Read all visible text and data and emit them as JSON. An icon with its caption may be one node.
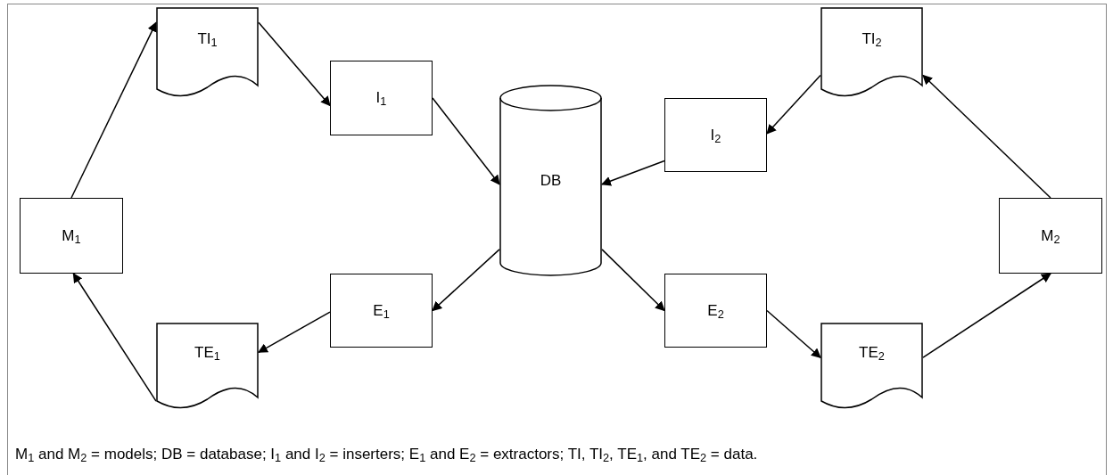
{
  "diagram": {
    "caption": "M$_{1}$ and M$_{2}$ = models; DB = database; I$_{1}$ and I$_{2}$ = inserters; E$_{1}$ and E$_{2}$ = extractors; TI, TI$_{2}$, TE$_{1}$, and TE$_{2}$ = data.",
    "nodes": [
      {
        "text": [
          "M$_{1}$"
        ]
      },
      {
        "text": [
          "TI$_{1}$"
        ]
      },
      {
        "text": [
          "I$_{1}$"
        ]
      },
      {
        "text": [
          "DB"
        ]
      },
      {
        "text": [
          "I$_{2}$"
        ]
      },
      {
        "text": [
          "TI$_{2}$"
        ]
      },
      {
        "text": [
          "M$_{2}$"
        ]
      },
      {
        "text": [
          "E$_{1}$"
        ]
      },
      {
        "text": [
          "TE$_{1}$"
        ]
      },
      {
        "text": [
          "E$_{2}$"
        ]
      },
      {
        "text": [
          "TE$_{2}$"
        ]
      }
    ],
    "edges": [
      {
        "from": 0,
        "to": 1,
        "arrow": "to"
      },
      {
        "from": 1,
        "to": 2,
        "arrow": "to"
      },
      {
        "from": 2,
        "to": 3,
        "arrow": "to"
      },
      {
        "from": 3,
        "to": 7,
        "arrow": "to"
      },
      {
        "from": 7,
        "to": 8,
        "arrow": "to"
      },
      {
        "from": 8,
        "to": 0,
        "arrow": "to"
      },
      {
        "from": 5,
        "to": 4,
        "arrow": "to"
      },
      {
        "from": 4,
        "to": 3,
        "arrow": "to"
      },
      {
        "from": 6,
        "to": 5,
        "arrow": "to"
      },
      {
        "from": 3,
        "to": 9,
        "arrow": "to"
      },
      {
        "from": 9,
        "to": 10,
        "arrow": "to"
      },
      {
        "from": 10,
        "to": 6,
        "arrow": "to"
      }
    ]
  }
}
